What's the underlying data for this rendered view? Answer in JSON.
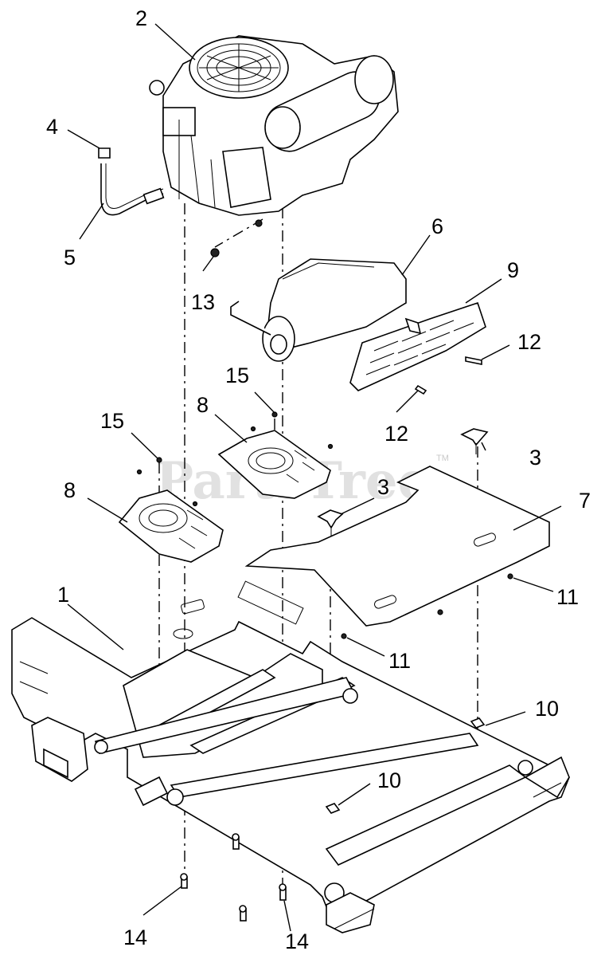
{
  "watermark": {
    "text": "PartsTree",
    "tm": "TM"
  },
  "callouts": [
    {
      "id": "c2",
      "label": "2"
    },
    {
      "id": "c4",
      "label": "4"
    },
    {
      "id": "c5",
      "label": "5"
    },
    {
      "id": "c13",
      "label": "13"
    },
    {
      "id": "c6",
      "label": "6"
    },
    {
      "id": "c9",
      "label": "9"
    },
    {
      "id": "c12a",
      "label": "12"
    },
    {
      "id": "c12b",
      "label": "12"
    },
    {
      "id": "c15a",
      "label": "15"
    },
    {
      "id": "c15b",
      "label": "15"
    },
    {
      "id": "c8a",
      "label": "8"
    },
    {
      "id": "c8b",
      "label": "8"
    },
    {
      "id": "c3a",
      "label": "3"
    },
    {
      "id": "c3b",
      "label": "3"
    },
    {
      "id": "c7",
      "label": "7"
    },
    {
      "id": "c1",
      "label": "1"
    },
    {
      "id": "c11a",
      "label": "11"
    },
    {
      "id": "c11b",
      "label": "11"
    },
    {
      "id": "c10a",
      "label": "10"
    },
    {
      "id": "c10b",
      "label": "10"
    },
    {
      "id": "c14a",
      "label": "14"
    },
    {
      "id": "c14b",
      "label": "14"
    }
  ]
}
